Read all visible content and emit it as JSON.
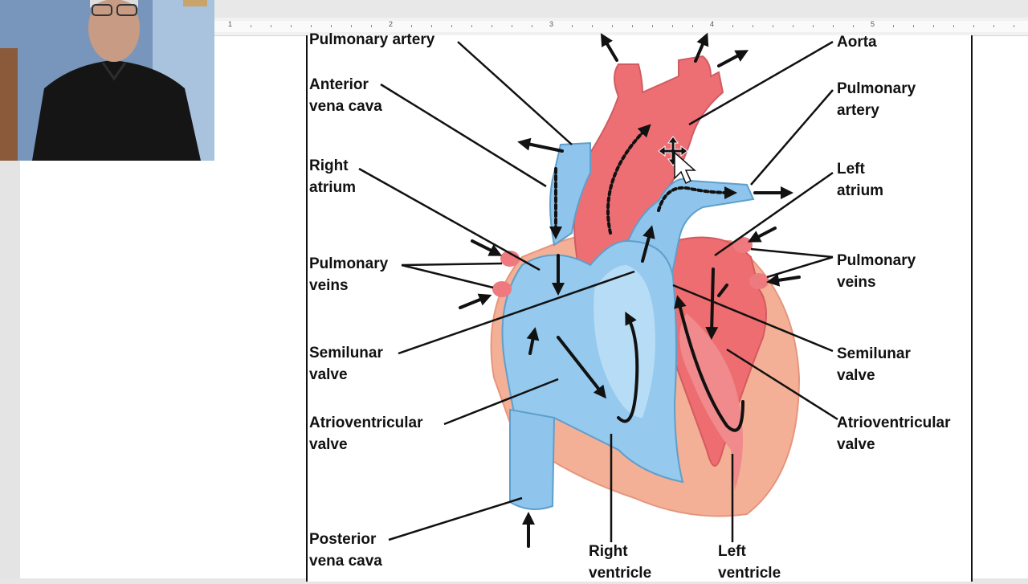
{
  "labels": {
    "pulmonary_artery_top": "Pulmonary artery",
    "anterior_vena_cava": "Anterior\nvena cava",
    "right_atrium": "Right\natrium",
    "pulmonary_veins_left": "Pulmonary\nveins",
    "semilunar_valve_left": "Semilunar\nvalve",
    "av_valve_left": "Atrioventricular\nvalve",
    "posterior_vena_cava": "Posterior\nvena cava",
    "right_ventricle": "Right\nventricle",
    "left_ventricle": "Left\nventricle",
    "aorta": "Aorta",
    "pulmonary_artery_right": "Pulmonary\nartery",
    "left_atrium": "Left\natrium",
    "pulmonary_veins_right": "Pulmonary\nveins",
    "semilunar_valve_right": "Semilunar\nvalve",
    "av_valve_right": "Atrioventricular\nvalve"
  },
  "ruler": {
    "numbers": [
      "1",
      "2",
      "3",
      "4",
      "5"
    ]
  },
  "colors": {
    "oxygen_poor": "#8fc6ec",
    "oxygen_rich": "#ee6f73",
    "muscle": "#f1aa8e",
    "text": "#111111"
  },
  "icons": {
    "cursor": "move-cursor-icon"
  }
}
